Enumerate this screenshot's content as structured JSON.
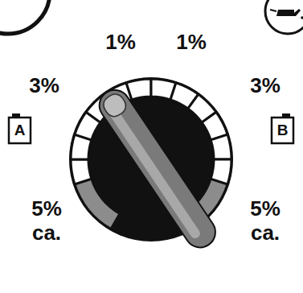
{
  "diagram": {
    "labels": [
      "1%",
      "1%",
      "3%",
      "3%",
      "A",
      "B",
      "5% ca.",
      "5% ca."
    ]
  }
}
